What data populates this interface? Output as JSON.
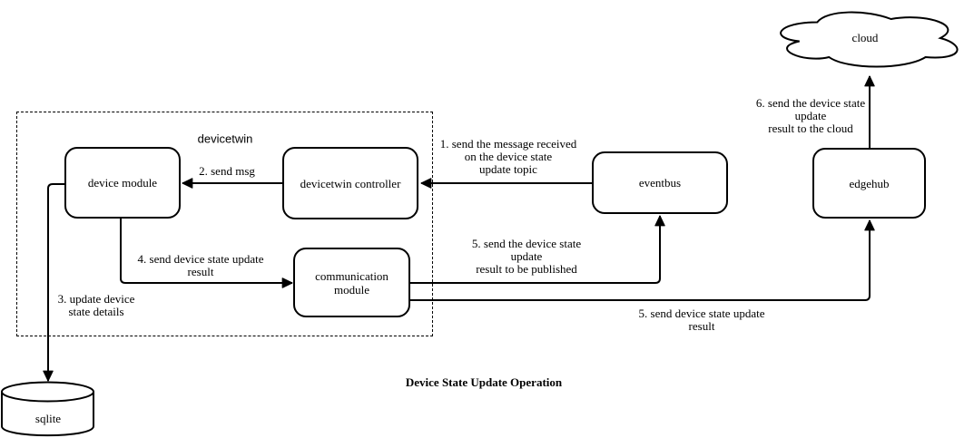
{
  "diagram": {
    "title": "Device State Update Operation",
    "group_label": "devicetwin",
    "nodes": {
      "device_module": "device module",
      "devicetwin_controller": "devicetwin controller",
      "communication_module": "communication module",
      "eventbus": "eventbus",
      "edgehub": "edgehub",
      "cloud": "cloud",
      "sqlite": "sqlite"
    },
    "edges": {
      "step1": "1. send the message received\non the device state\nupdate topic",
      "step2": "2. send msg",
      "step3": "3. update device\nstate details",
      "step4": "4. send device state update\nresult",
      "step5_publish": "5. send the device state\nupdate\nresult to be published",
      "step5_result": "5. send device state update\nresult",
      "step6": "6. send the device state\nupdate\nresult to the cloud"
    },
    "colors": {
      "stroke": "#000000",
      "fill": "#ffffff"
    }
  }
}
